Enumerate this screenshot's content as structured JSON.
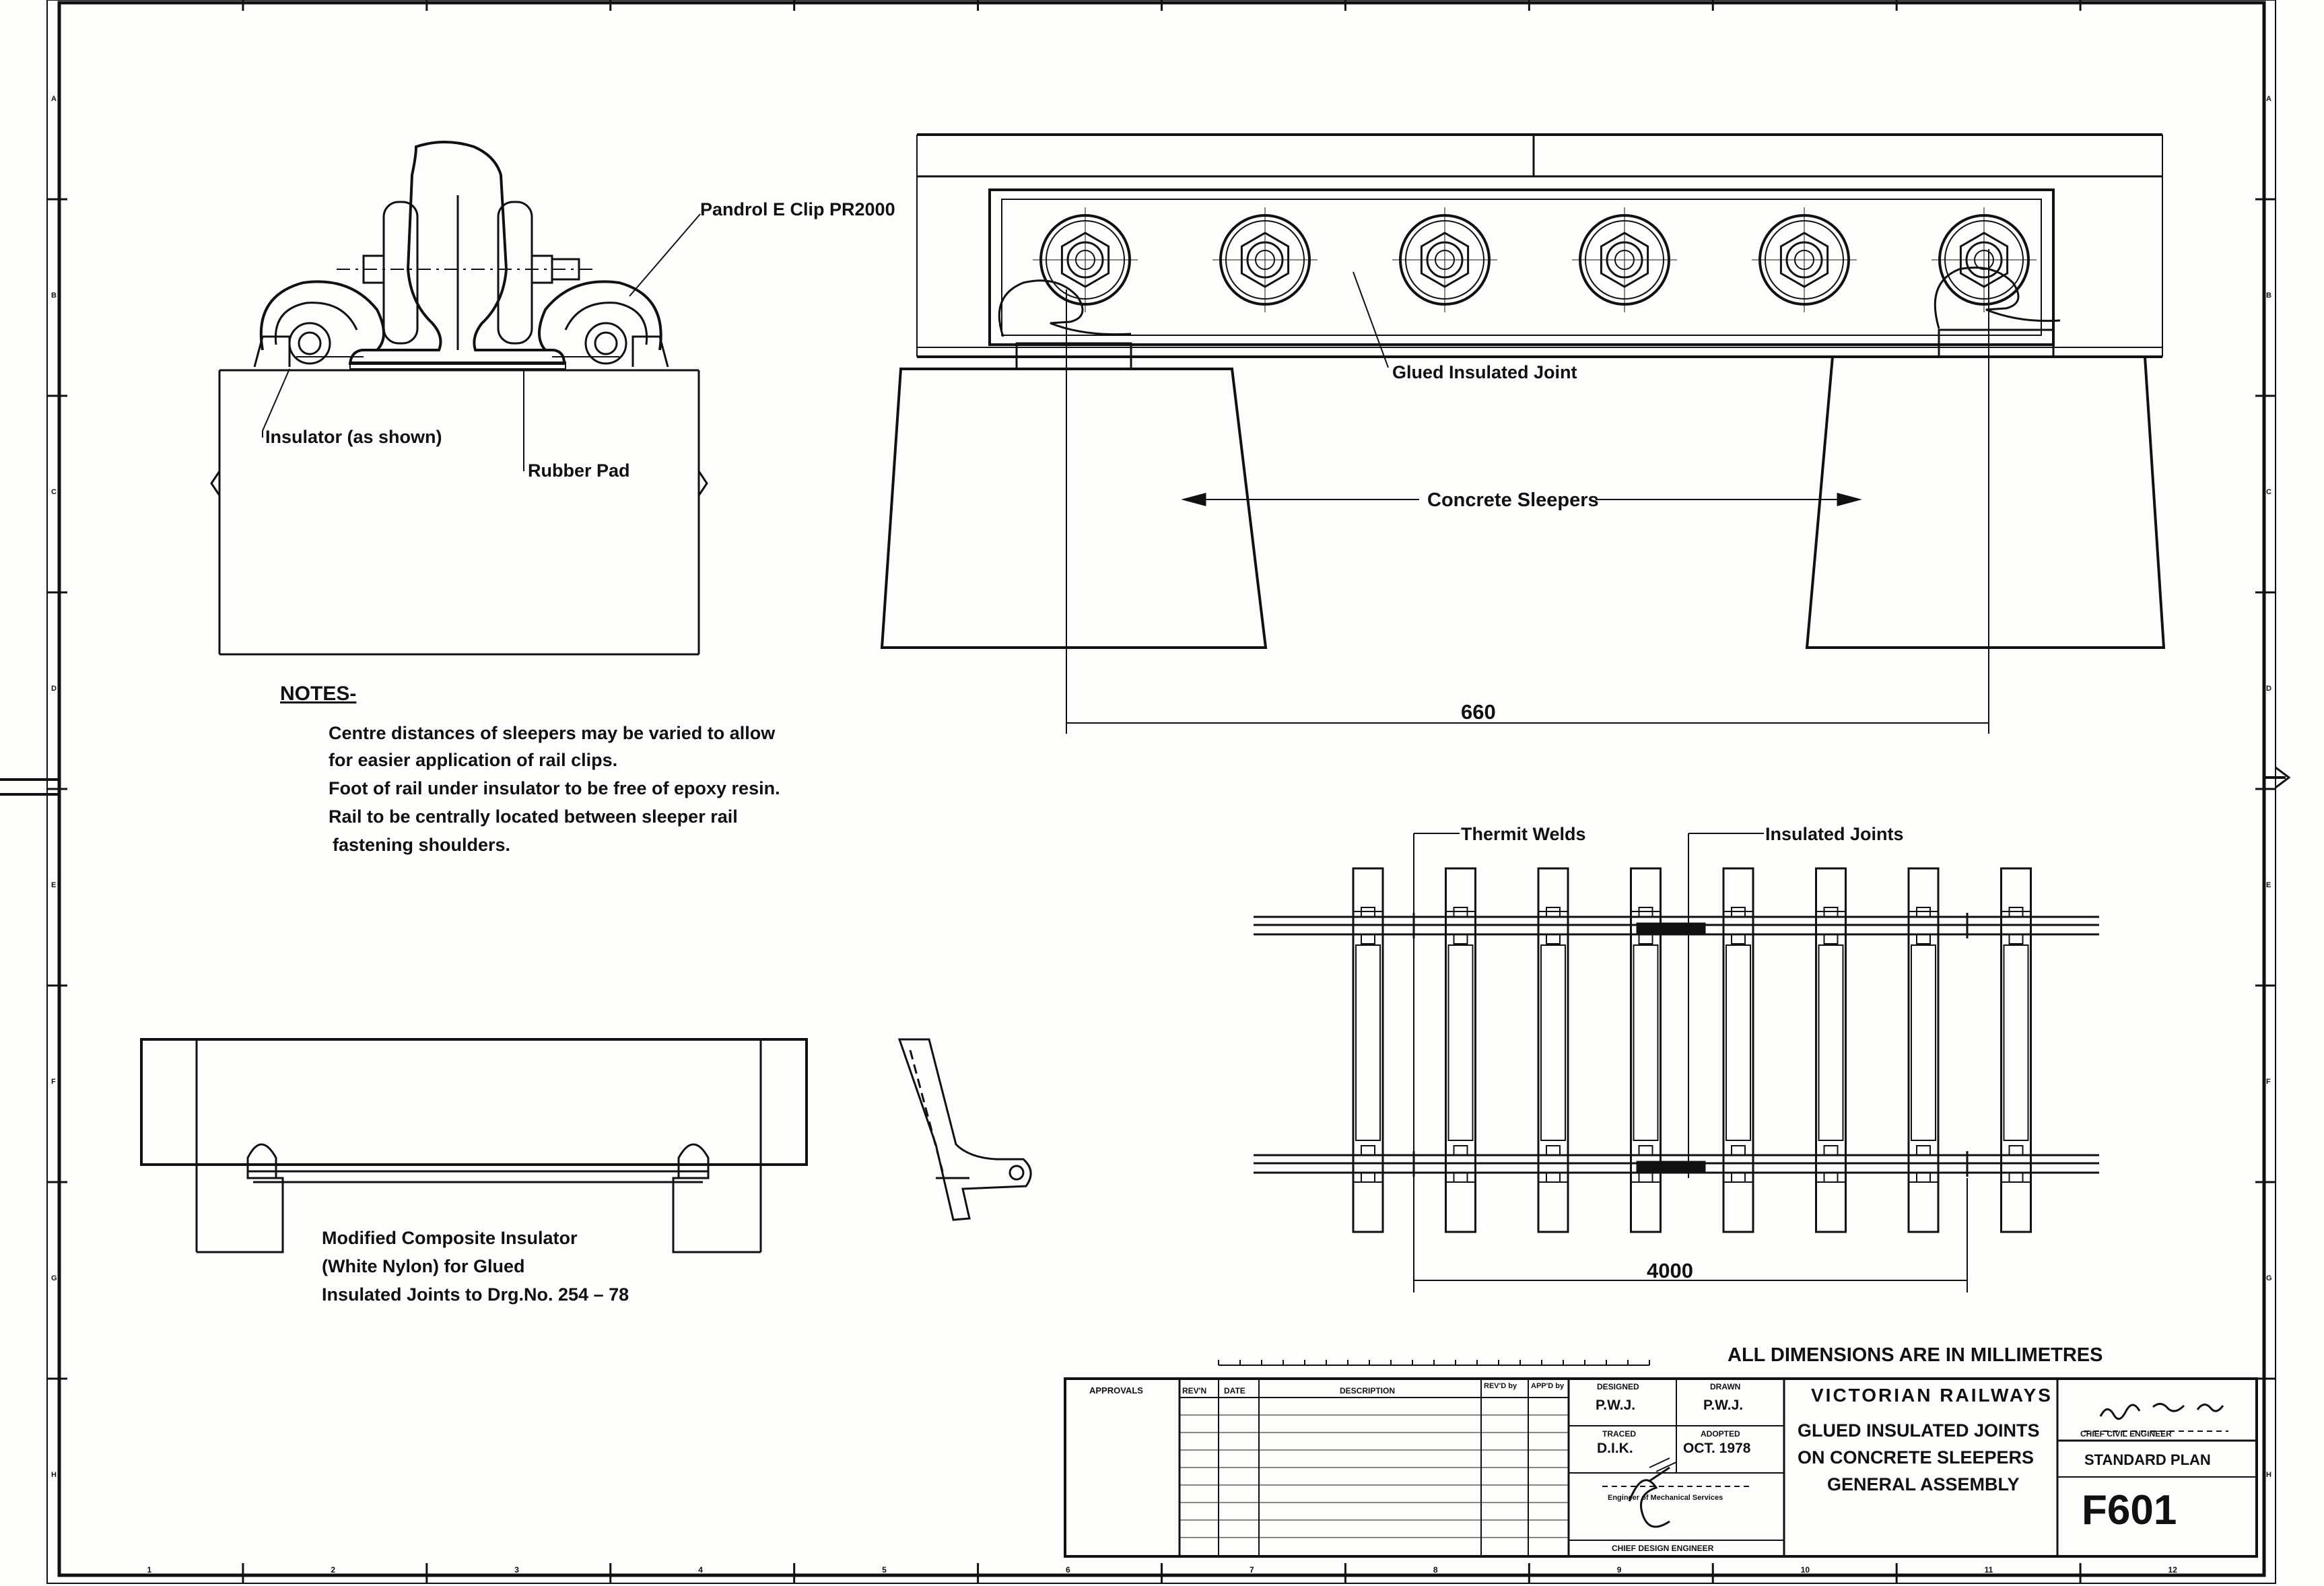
{
  "callouts": {
    "clip": "Pandrol E Clip PR2000",
    "insulator": "Insulator (as shown)",
    "pad": "Rubber Pad",
    "glued_joint": "Glued Insulated Joint",
    "sleepers": "Concrete Sleepers",
    "dim_660": "660",
    "thermit": "Thermit Welds",
    "ins_joints": "Insulated Joints",
    "dim_4000": "4000"
  },
  "notes": {
    "heading": "NOTES-",
    "lines": [
      "Centre distances of sleepers may be varied to allow",
      "for easier application of rail clips.",
      "Foot of rail under insulator to be free of epoxy resin.",
      "Rail to be centrally located between sleeper rail",
      "fastening shoulders."
    ]
  },
  "insulator_caption": [
    "Modified Composite Insulator",
    "(White Nylon) for Glued",
    "Insulated Joints to Drg.No. 254 – 78"
  ],
  "title_block": {
    "dimensions_note": "ALL DIMENSIONS ARE IN MILLIMETRES",
    "approvals": "APPROVALS",
    "rev": "REV'N",
    "date": "DATE",
    "description": "DESCRIPTION",
    "revd_by": "REV'D by",
    "appd_by": "APP'D by",
    "designed_label": "DESIGNED",
    "designed": "P.W.J.",
    "drawn_label": "DRAWN",
    "drawn": "P.W.J.",
    "traced_label": "TRACED",
    "traced": "D.I.K.",
    "adopted_label": "ADOPTED",
    "adopted": "OCT. 1978",
    "mech_engineer": "Engineer of Mechanical Services",
    "chief_design": "CHIEF DESIGN ENGINEER",
    "org": "VICTORIAN RAILWAYS",
    "title": [
      "GLUED INSULATED JOINTS",
      "ON CONCRETE SLEEPERS",
      "GENERAL ASSEMBLY"
    ],
    "chief_civil": "CHIEF CIVIL ENGINEER",
    "plan_type": "STANDARD PLAN",
    "plan_no": "F601"
  },
  "grid": {
    "cols": [
      "1",
      "2",
      "3",
      "4",
      "5",
      "6",
      "7",
      "8",
      "9",
      "10",
      "11",
      "12"
    ],
    "rows": [
      "A",
      "B",
      "C",
      "D",
      "E",
      "F",
      "G",
      "H"
    ]
  }
}
